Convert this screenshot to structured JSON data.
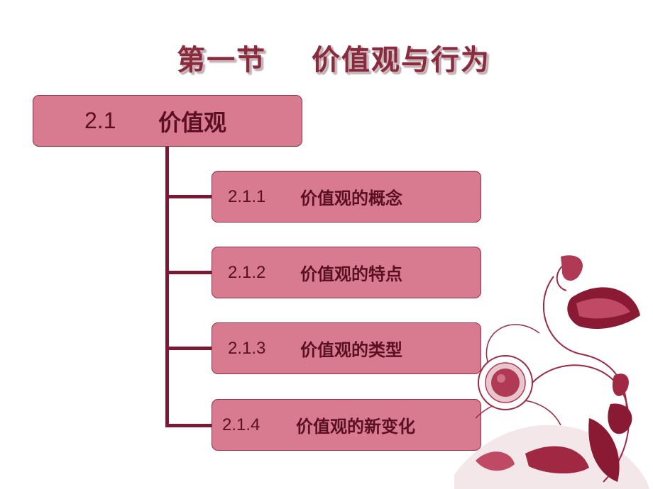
{
  "title": "第一节    价值观与行为",
  "main": {
    "number": "2.1",
    "label": "价值观"
  },
  "items": [
    {
      "number": "2.1.1",
      "label": "价值观的概念"
    },
    {
      "number": "2.1.2",
      "label": "价值观的特点"
    },
    {
      "number": "2.1.3",
      "label": "价值观的类型"
    },
    {
      "number": "2.1.4",
      "label": "价值观的新变化"
    }
  ],
  "colors": {
    "box_fill": "#d97b90",
    "box_border": "#8f2f45",
    "connector": "#7c1832",
    "title": "#8a2a3c"
  }
}
